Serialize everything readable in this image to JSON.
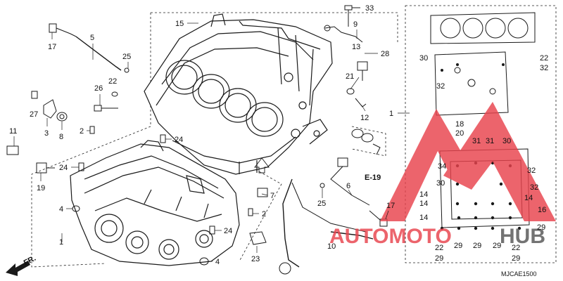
{
  "diagram": {
    "drawing_code": "MJCAE1500",
    "section_ref": "E-19",
    "front_marker": "FR.",
    "watermark": {
      "text_a": "AUTOMOTO",
      "text_b": "HUB",
      "color_a": "#e8434d",
      "color_b": "#555555"
    },
    "callouts_left": [
      {
        "id": "l15",
        "text": "15"
      },
      {
        "id": "l33",
        "text": "33"
      },
      {
        "id": "l17a",
        "text": "17"
      },
      {
        "id": "l5",
        "text": "5"
      },
      {
        "id": "l9",
        "text": "9"
      },
      {
        "id": "l13",
        "text": "13"
      },
      {
        "id": "l28",
        "text": "28"
      },
      {
        "id": "l25a",
        "text": "25"
      },
      {
        "id": "l21",
        "text": "21"
      },
      {
        "id": "l26",
        "text": "26"
      },
      {
        "id": "l22a",
        "text": "22"
      },
      {
        "id": "l27",
        "text": "27"
      },
      {
        "id": "l3",
        "text": "3"
      },
      {
        "id": "l8",
        "text": "8"
      },
      {
        "id": "l12",
        "text": "12"
      },
      {
        "id": "l11",
        "text": "11"
      },
      {
        "id": "l2a",
        "text": "2"
      },
      {
        "id": "l24a",
        "text": "24"
      },
      {
        "id": "l24b",
        "text": "24"
      },
      {
        "id": "l19",
        "text": "19"
      },
      {
        "id": "l7",
        "text": "7"
      },
      {
        "id": "l6",
        "text": "6"
      },
      {
        "id": "l25b",
        "text": "25"
      },
      {
        "id": "l4a",
        "text": "4"
      },
      {
        "id": "l2b",
        "text": "2"
      },
      {
        "id": "l17b",
        "text": "17"
      },
      {
        "id": "l24c",
        "text": "24"
      },
      {
        "id": "l1a",
        "text": "1"
      },
      {
        "id": "l10",
        "text": "10"
      },
      {
        "id": "l23",
        "text": "23"
      },
      {
        "id": "l4b",
        "text": "4"
      }
    ],
    "callouts_right": [
      {
        "id": "r30a",
        "text": "30"
      },
      {
        "id": "r22a",
        "text": "22"
      },
      {
        "id": "r32a",
        "text": "32"
      },
      {
        "id": "r32b",
        "text": "32"
      },
      {
        "id": "r1",
        "text": "1"
      },
      {
        "id": "r18",
        "text": "18"
      },
      {
        "id": "r20",
        "text": "20"
      },
      {
        "id": "r31a",
        "text": "31"
      },
      {
        "id": "r31b",
        "text": "31"
      },
      {
        "id": "r30b",
        "text": "30"
      },
      {
        "id": "r34",
        "text": "34"
      },
      {
        "id": "r32c",
        "text": "32"
      },
      {
        "id": "r30c",
        "text": "30"
      },
      {
        "id": "r32d",
        "text": "32"
      },
      {
        "id": "r14a",
        "text": "14"
      },
      {
        "id": "r14b",
        "text": "14"
      },
      {
        "id": "r14c",
        "text": "14"
      },
      {
        "id": "r14d",
        "text": "14"
      },
      {
        "id": "r16",
        "text": "16"
      },
      {
        "id": "r29a",
        "text": "29"
      },
      {
        "id": "r22b",
        "text": "22"
      },
      {
        "id": "r29b",
        "text": "29"
      },
      {
        "id": "r29c",
        "text": "29"
      },
      {
        "id": "r29d",
        "text": "29"
      },
      {
        "id": "r22c",
        "text": "22"
      },
      {
        "id": "r29e",
        "text": "29"
      },
      {
        "id": "r29f",
        "text": "29"
      }
    ]
  }
}
